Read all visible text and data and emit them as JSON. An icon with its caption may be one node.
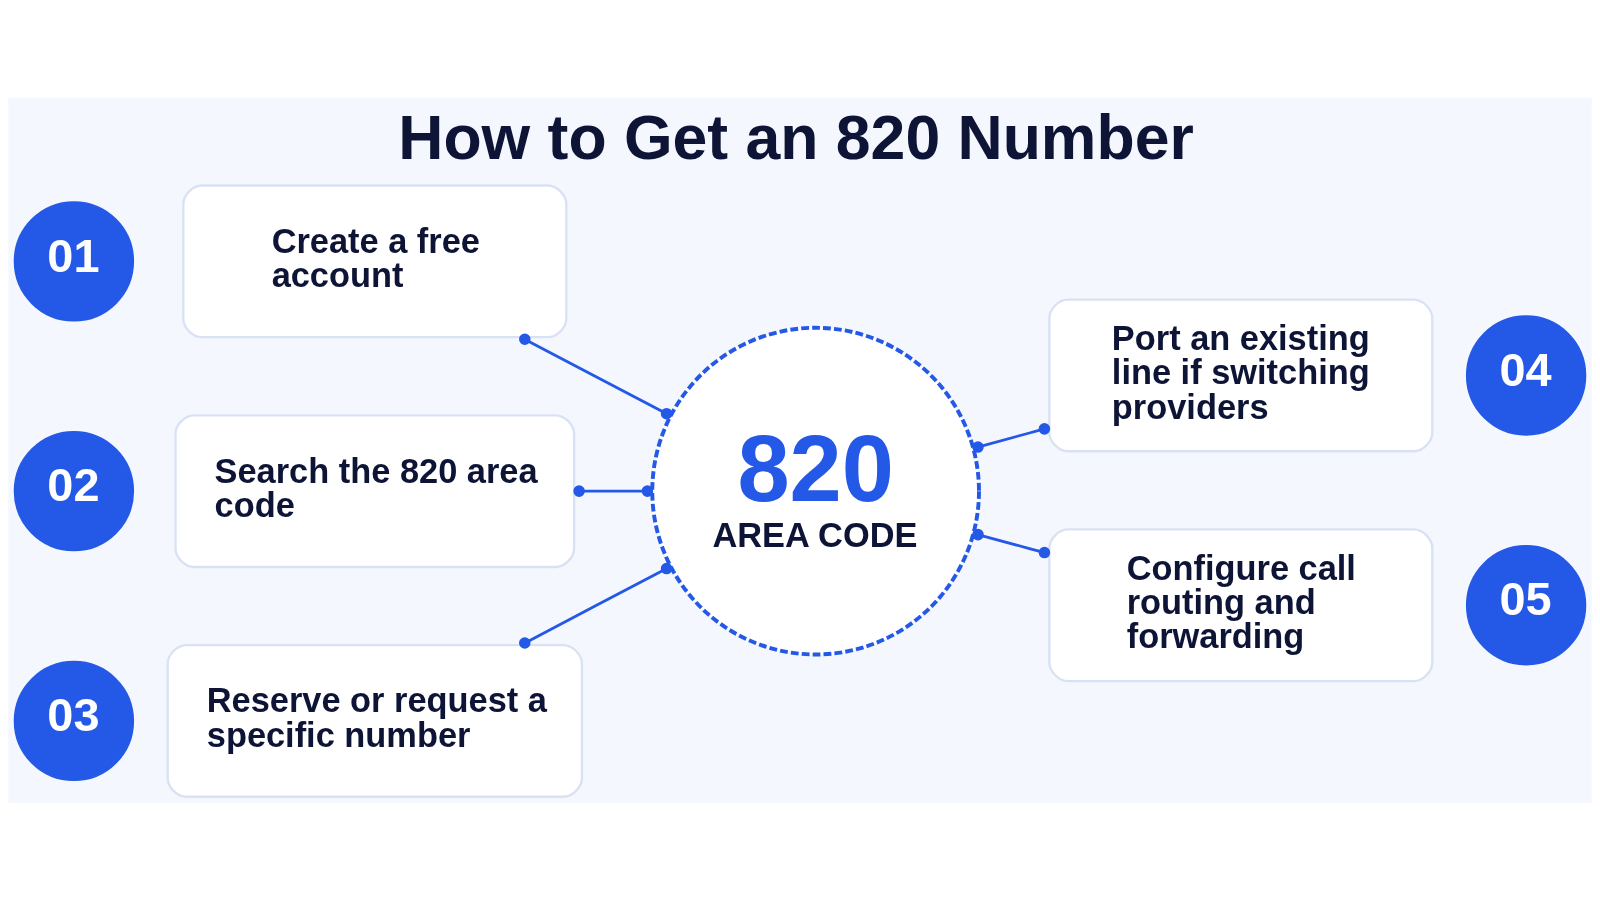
{
  "diagram": {
    "title": "How to Get an 820 Number",
    "nodes": [
      {
        "text": [
          "01"
        ]
      },
      {
        "text": [
          "Create a free account"
        ]
      },
      {
        "text": [
          "02"
        ]
      },
      {
        "text": [
          "Search the 820 area code"
        ]
      },
      {
        "text": [
          "03"
        ]
      },
      {
        "text": [
          "Reserve or request a specific number"
        ]
      },
      {
        "text": [
          "820",
          "AREA CODE"
        ]
      },
      {
        "text": [
          "Port an existing line if switching providers"
        ]
      },
      {
        "text": [
          "04"
        ]
      },
      {
        "text": [
          "Configure call routing and forwarding"
        ]
      },
      {
        "text": [
          "05"
        ]
      }
    ],
    "edges": [
      {
        "from": 1,
        "to": 6,
        "arrow": "other"
      },
      {
        "from": 3,
        "to": 6,
        "arrow": "other"
      },
      {
        "from": 5,
        "to": 6,
        "arrow": "other"
      },
      {
        "from": 6,
        "to": 7,
        "arrow": "other"
      },
      {
        "from": 6,
        "to": 9,
        "arrow": "other"
      }
    ]
  }
}
